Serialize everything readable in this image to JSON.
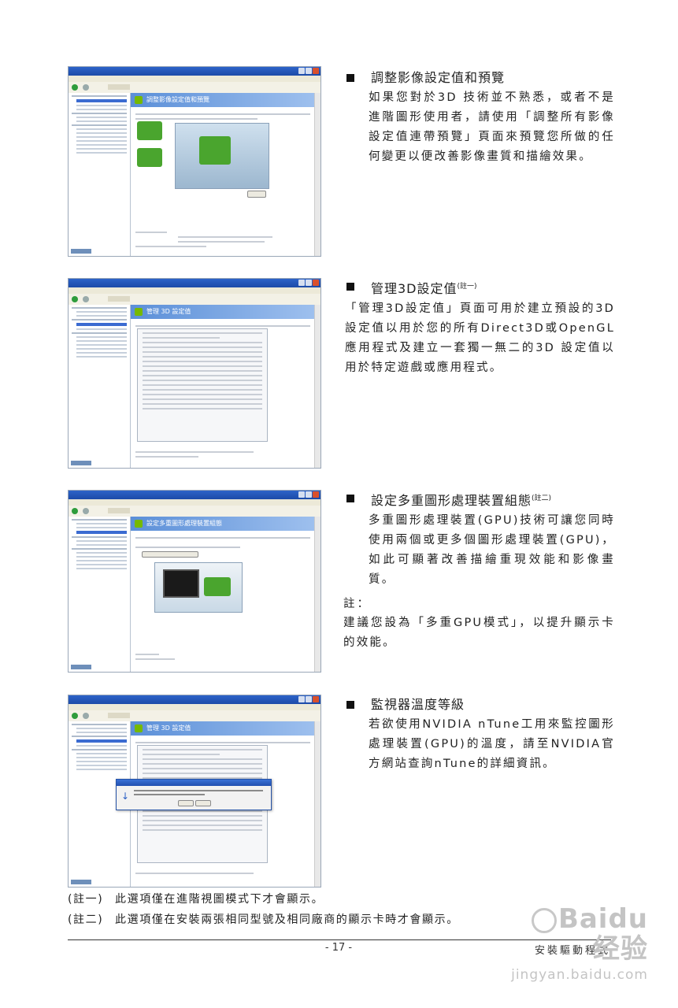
{
  "sections": [
    {
      "title": "調整影像設定值和預覽",
      "sup": "",
      "body": "如果您對於3D 技術並不熟悉，或者不是進階圖形使用者，請使用「調整所有影像設定值連帶預覽」頁面來預覽您所做的任何變更以便改善影像畫質和描繪效果。"
    },
    {
      "title": "管理3D設定值",
      "sup": "(註一)",
      "body": "「管理3D設定值」頁面可用於建立預設的3D設定值以用於您的所有Direct3D或OpenGL應用程式及建立一套獨一無二的3D 設定值以用於特定遊戲或應用程式。"
    },
    {
      "title": "設定多重圖形處理裝置組態",
      "sup": "(註二)",
      "body": "多重圖形處理裝置(GPU)技術可讓您同時使用兩個或更多個圖形處理裝置(GPU)，如此可顯著改善描繪重現效能和影像畫質。",
      "note_heading": "註：",
      "note_body": "建議您設為「多重GPU模式」，以提升顯示卡的效能。"
    },
    {
      "title": "監視器溫度等級",
      "sup": "",
      "body": "若欲使用NVIDIA nTune工用來監控圖形處理裝置(GPU)的溫度，請至NVIDIA官方網站查詢nTune的詳細資訊。"
    }
  ],
  "screenshots": {
    "s1_banner": "調整影像設定值和預覽",
    "s2_banner": "管理 3D 設定值",
    "s3_banner": "設定多重圖形處理裝置組態",
    "s4_banner": "管理 3D 設定值"
  },
  "footnotes": [
    {
      "tag": "(註一)",
      "text": "此選項僅在進階視圖模式下才會顯示。"
    },
    {
      "tag": "(註二)",
      "text": "此選項僅在安裝兩張相同型號及相同廠商的顯示卡時才會顯示。"
    }
  ],
  "footer": {
    "page_number": "- 17 -",
    "right_header": "安裝驅動程式"
  },
  "watermark": {
    "line1": "Baidu 经验",
    "line2": "jingyan.baidu.com"
  },
  "colors": {
    "nvidia_green": "#76b900",
    "xp_title_blue": "#1c4aa8"
  }
}
